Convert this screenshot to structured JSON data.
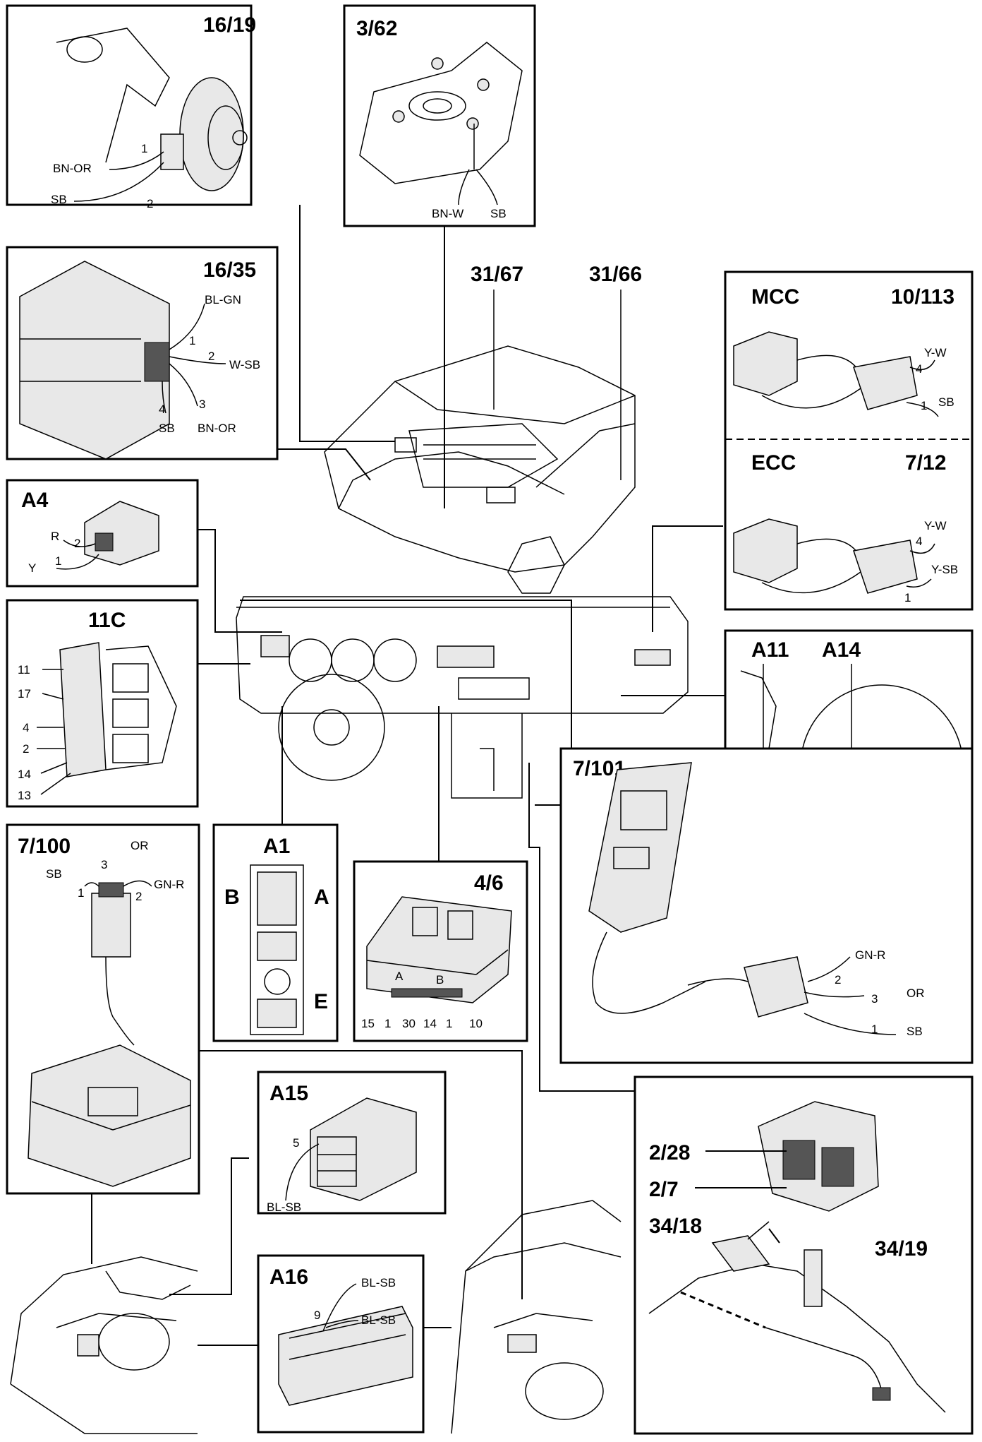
{
  "panels": {
    "horn": {
      "title": "16/19",
      "wires": [
        "BN-OR",
        "SB"
      ],
      "pins": [
        "1",
        "2"
      ]
    },
    "ground": {
      "title": "3/62",
      "wires": [
        "BN-W",
        "SB"
      ]
    },
    "relay": {
      "title": "16/35",
      "wires": [
        "BL-GN",
        "W-SB",
        "BN-OR",
        "SB"
      ],
      "pins": [
        "1",
        "2",
        "3",
        "4"
      ]
    },
    "a4": {
      "title": "A4",
      "wires": [
        "R",
        "Y"
      ],
      "pins": [
        "2",
        "1"
      ]
    },
    "c11": {
      "title": "11C",
      "pins": [
        "11",
        "17",
        "4",
        "2",
        "14",
        "13"
      ]
    },
    "mcc": {
      "title": "MCC",
      "ref": "10/113",
      "wires": [
        "Y-W",
        "SB"
      ],
      "pins": [
        "4",
        "1"
      ]
    },
    "ecc": {
      "title": "ECC",
      "ref": "7/12",
      "wires": [
        "Y-W",
        "Y-SB"
      ],
      "pins": [
        "4",
        "1"
      ]
    },
    "a11a14": {
      "title_a": "A11",
      "title_b": "A14"
    },
    "p7_100": {
      "title": "7/100",
      "wires": [
        "SB",
        "OR",
        "GN-R"
      ],
      "pins": [
        "3",
        "1",
        "2"
      ]
    },
    "a1": {
      "title": "A1",
      "sides": [
        "B",
        "A",
        "E"
      ]
    },
    "p4_6": {
      "title": "4/6",
      "sections": [
        "A",
        "B"
      ],
      "pins": [
        "15",
        "1",
        "30",
        "14",
        "1",
        "10"
      ]
    },
    "p7_101": {
      "title": "7/101",
      "wires": [
        "GN-R",
        "OR",
        "SB"
      ],
      "pins": [
        "2",
        "3",
        "1"
      ]
    },
    "a15": {
      "title": "A15",
      "pin": "5",
      "wire": "BL-SB"
    },
    "a16": {
      "title": "A16",
      "pin": "9",
      "wires": [
        "BL-SB",
        "BL-SB"
      ]
    },
    "gearshift": {
      "labels": [
        "2/28",
        "2/7",
        "34/18",
        "34/19"
      ]
    }
  },
  "car_labels": [
    "31/67",
    "31/66"
  ]
}
